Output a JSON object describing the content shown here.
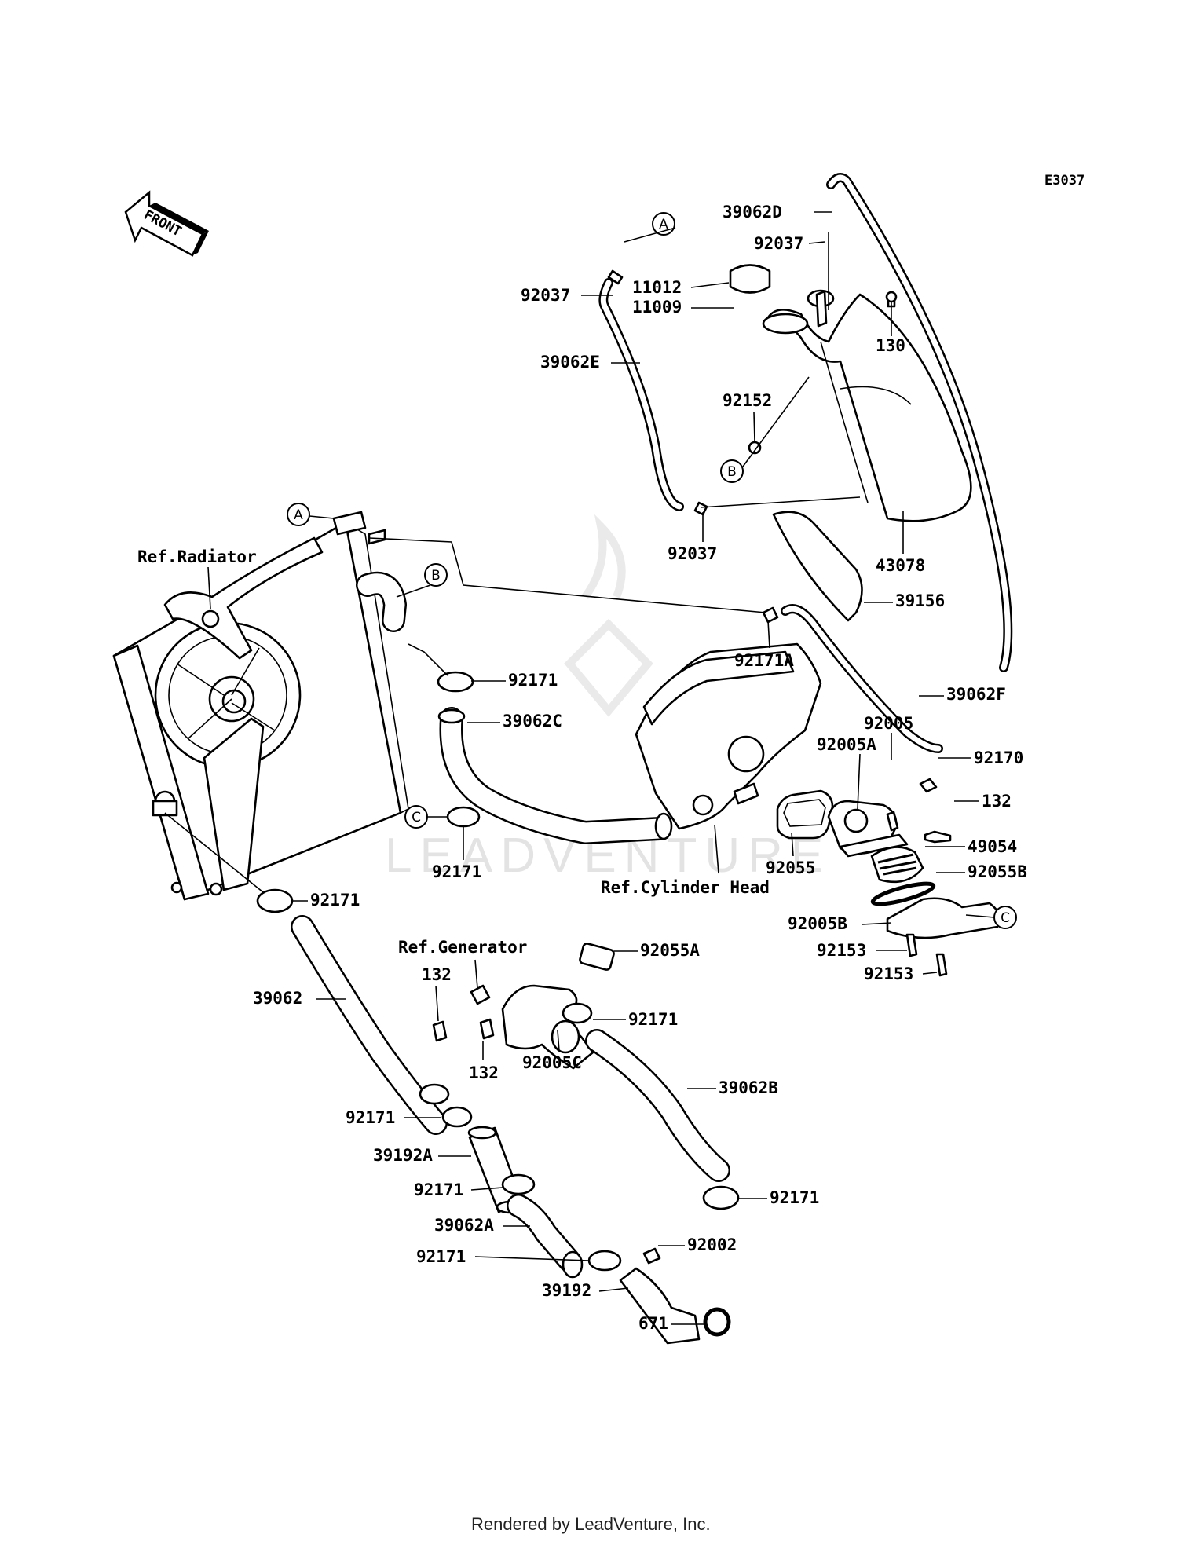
{
  "diagram_code": "E3037",
  "front_label": "FRONT",
  "footer": "Rendered by LeadVenture, Inc.",
  "watermark": "LEADVENTURE",
  "refs": {
    "radiator": "Ref.Radiator",
    "cylinder_head": "Ref.Cylinder Head",
    "generator": "Ref.Generator"
  },
  "markers": {
    "a": "A",
    "b": "B",
    "c": "C"
  },
  "parts": {
    "p39062D": "39062D",
    "p92037_top": "92037",
    "p92037_left": "92037",
    "p11012": "11012",
    "p11009": "11009",
    "p130": "130",
    "p39062E": "39062E",
    "p92152": "92152",
    "p92037_bottom": "92037",
    "p43078": "43078",
    "p39156": "39156",
    "p92171A": "92171A",
    "p39062F": "39062F",
    "p92171_upper": "92171",
    "p39062C": "39062C",
    "p92005": "92005",
    "p92005A": "92005A",
    "p92170": "92170",
    "p132_right": "132",
    "p49054": "49054",
    "p92171_c": "92171",
    "p92055": "92055",
    "p92055B": "92055B",
    "p92005B": "92005B",
    "p92153_a": "92153",
    "p92153_b": "92153",
    "p92171_left": "92171",
    "p92055A": "92055A",
    "p132_gen_top": "132",
    "p39062": "39062",
    "p92171_gen": "92171",
    "p132_gen_bottom": "132",
    "p92005C": "92005C",
    "p39062B": "39062B",
    "p92171_mid": "92171",
    "p39192A": "39192A",
    "p92171_low1": "92171",
    "p92171_right_low": "92171",
    "p39062A": "39062A",
    "p92002": "92002",
    "p92171_low2": "92171",
    "p39192": "39192",
    "p671": "671"
  }
}
